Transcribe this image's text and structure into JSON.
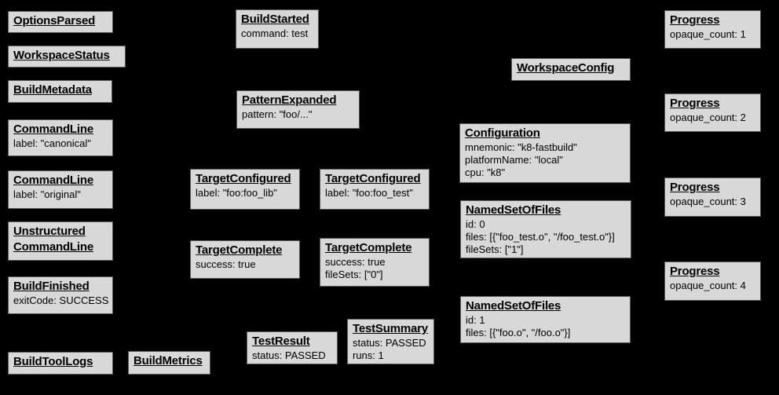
{
  "diagram": {
    "background_color": "#000000",
    "box_fill_color": "#d8d8d8",
    "box_border_color": "#595959",
    "boxes": [
      {
        "title": "OptionsParsed",
        "lines": []
      },
      {
        "title": "WorkspaceStatus",
        "lines": []
      },
      {
        "title": "BuildMetadata",
        "lines": []
      },
      {
        "title": "CommandLine",
        "lines": [
          "label: \"canonical\""
        ]
      },
      {
        "title": "CommandLine",
        "lines": [
          "label: \"original\""
        ]
      },
      {
        "title": "Unstructured\nCommandLine",
        "lines": []
      },
      {
        "title": "BuildFinished",
        "lines": [
          "exitCode: SUCCESS"
        ]
      },
      {
        "title": "BuildToolLogs",
        "lines": []
      },
      {
        "title": "BuildMetrics",
        "lines": []
      },
      {
        "title": "BuildStarted",
        "lines": [
          "command: test"
        ]
      },
      {
        "title": "PatternExpanded",
        "lines": [
          "pattern: \"foo/...\""
        ]
      },
      {
        "title": "TargetConfigured",
        "lines": [
          "label: \"foo:foo_lib\""
        ]
      },
      {
        "title": "TargetConfigured",
        "lines": [
          "label: \"foo:foo_test\""
        ]
      },
      {
        "title": "TargetComplete",
        "lines": [
          "success: true"
        ]
      },
      {
        "title": "TargetComplete",
        "lines": [
          "success: true",
          "fileSets: [\"0\"]"
        ]
      },
      {
        "title": "TestResult",
        "lines": [
          "status: PASSED"
        ]
      },
      {
        "title": "TestSummary",
        "lines": [
          "status: PASSED",
          "runs: 1"
        ]
      },
      {
        "title": "WorkspaceConfig",
        "lines": []
      },
      {
        "title": "Configuration",
        "lines": [
          "mnemonic: \"k8-fastbuild\"",
          "platformName: \"local\"",
          "cpu: \"k8\""
        ]
      },
      {
        "title": "NamedSetOfFiles",
        "lines": [
          "id: 0",
          "files: [{\"foo_test.o\", \"/foo_test.o\"}]",
          "fileSets: [\"1\"]"
        ]
      },
      {
        "title": "NamedSetOfFiles",
        "lines": [
          "id: 1",
          "files: [{\"foo.o\", \"/foo.o\"}]"
        ]
      },
      {
        "title": "Progress",
        "lines": [
          "opaque_count: 1"
        ]
      },
      {
        "title": "Progress",
        "lines": [
          "opaque_count: 2"
        ]
      },
      {
        "title": "Progress",
        "lines": [
          "opaque_count: 3"
        ]
      },
      {
        "title": "Progress",
        "lines": [
          "opaque_count: 4"
        ]
      }
    ]
  }
}
